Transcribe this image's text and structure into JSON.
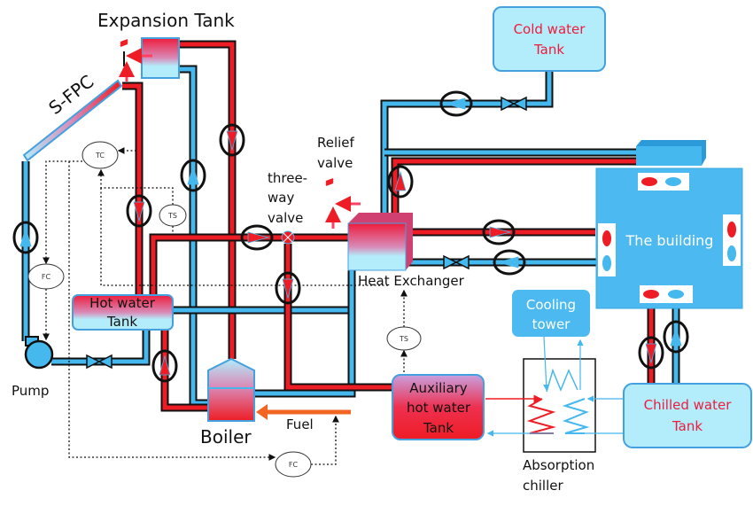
{
  "labels": {
    "expansion_tank": "Expansion Tank",
    "collector": "S-FPC",
    "pump": "Pump",
    "hot_water_tank_line1": "Hot water",
    "hot_water_tank_line2": "Tank",
    "boiler": "Boiler",
    "fuel": "Fuel",
    "three_way_valve_line1": "three-",
    "three_way_valve_line2": "way",
    "three_way_valve_line3": "valve",
    "relief_valve_line1": "Relief",
    "relief_valve_line2": "valve",
    "heat_exchanger": "Heat Exchanger",
    "cold_water_tank_line1": "Cold water",
    "cold_water_tank_line2": "Tank",
    "building": "The building",
    "cooling_tower_line1": "Cooling",
    "cooling_tower_line2": "tower",
    "aux_tank_line1": "Auxiliary",
    "aux_tank_line2": "hot water",
    "aux_tank_line3": "Tank",
    "chiller_line1": "Absorption",
    "chiller_line2": "chiller",
    "chilled_tank_line1": "Chilled water",
    "chilled_tank_line2": "Tank"
  },
  "controllers": {
    "tc": "TC",
    "ts_top": "TS",
    "fc_left": "FC",
    "fc_bottom": "FC",
    "ts_aux": "TS"
  },
  "colors": {
    "hot": "#ee1c24",
    "cold": "#45b8ee",
    "light_blue": "#b3ecfa",
    "building": "#4cbaf0",
    "fuel": "#f26522"
  }
}
